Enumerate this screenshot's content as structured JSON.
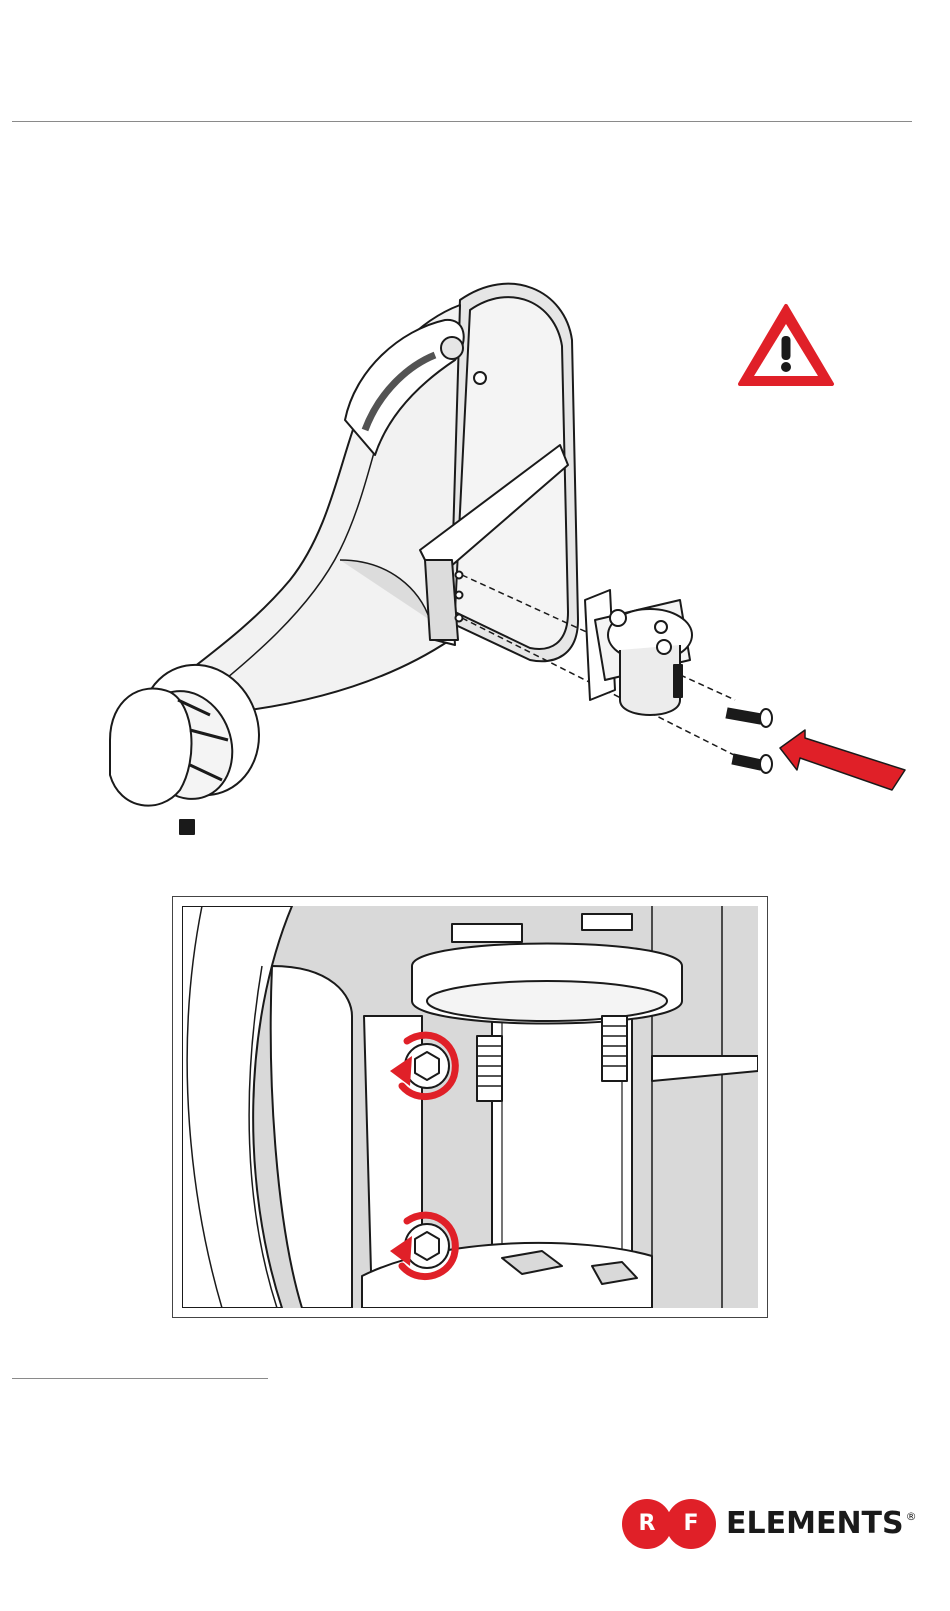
{
  "brand": {
    "logo_letter_1": "R",
    "logo_letter_2": "F",
    "wordmark": "ELEMENTS",
    "registered_mark": "®",
    "accent_color": "#e02028"
  },
  "icons": {
    "warning": "warning-triangle-icon",
    "insert_arrow": "red-arrow-icon",
    "tighten": "rotate-clockwise-icon"
  },
  "colors": {
    "line": "#1a1a1a",
    "shade": "#d9d9d9",
    "warning_red": "#e02028"
  }
}
